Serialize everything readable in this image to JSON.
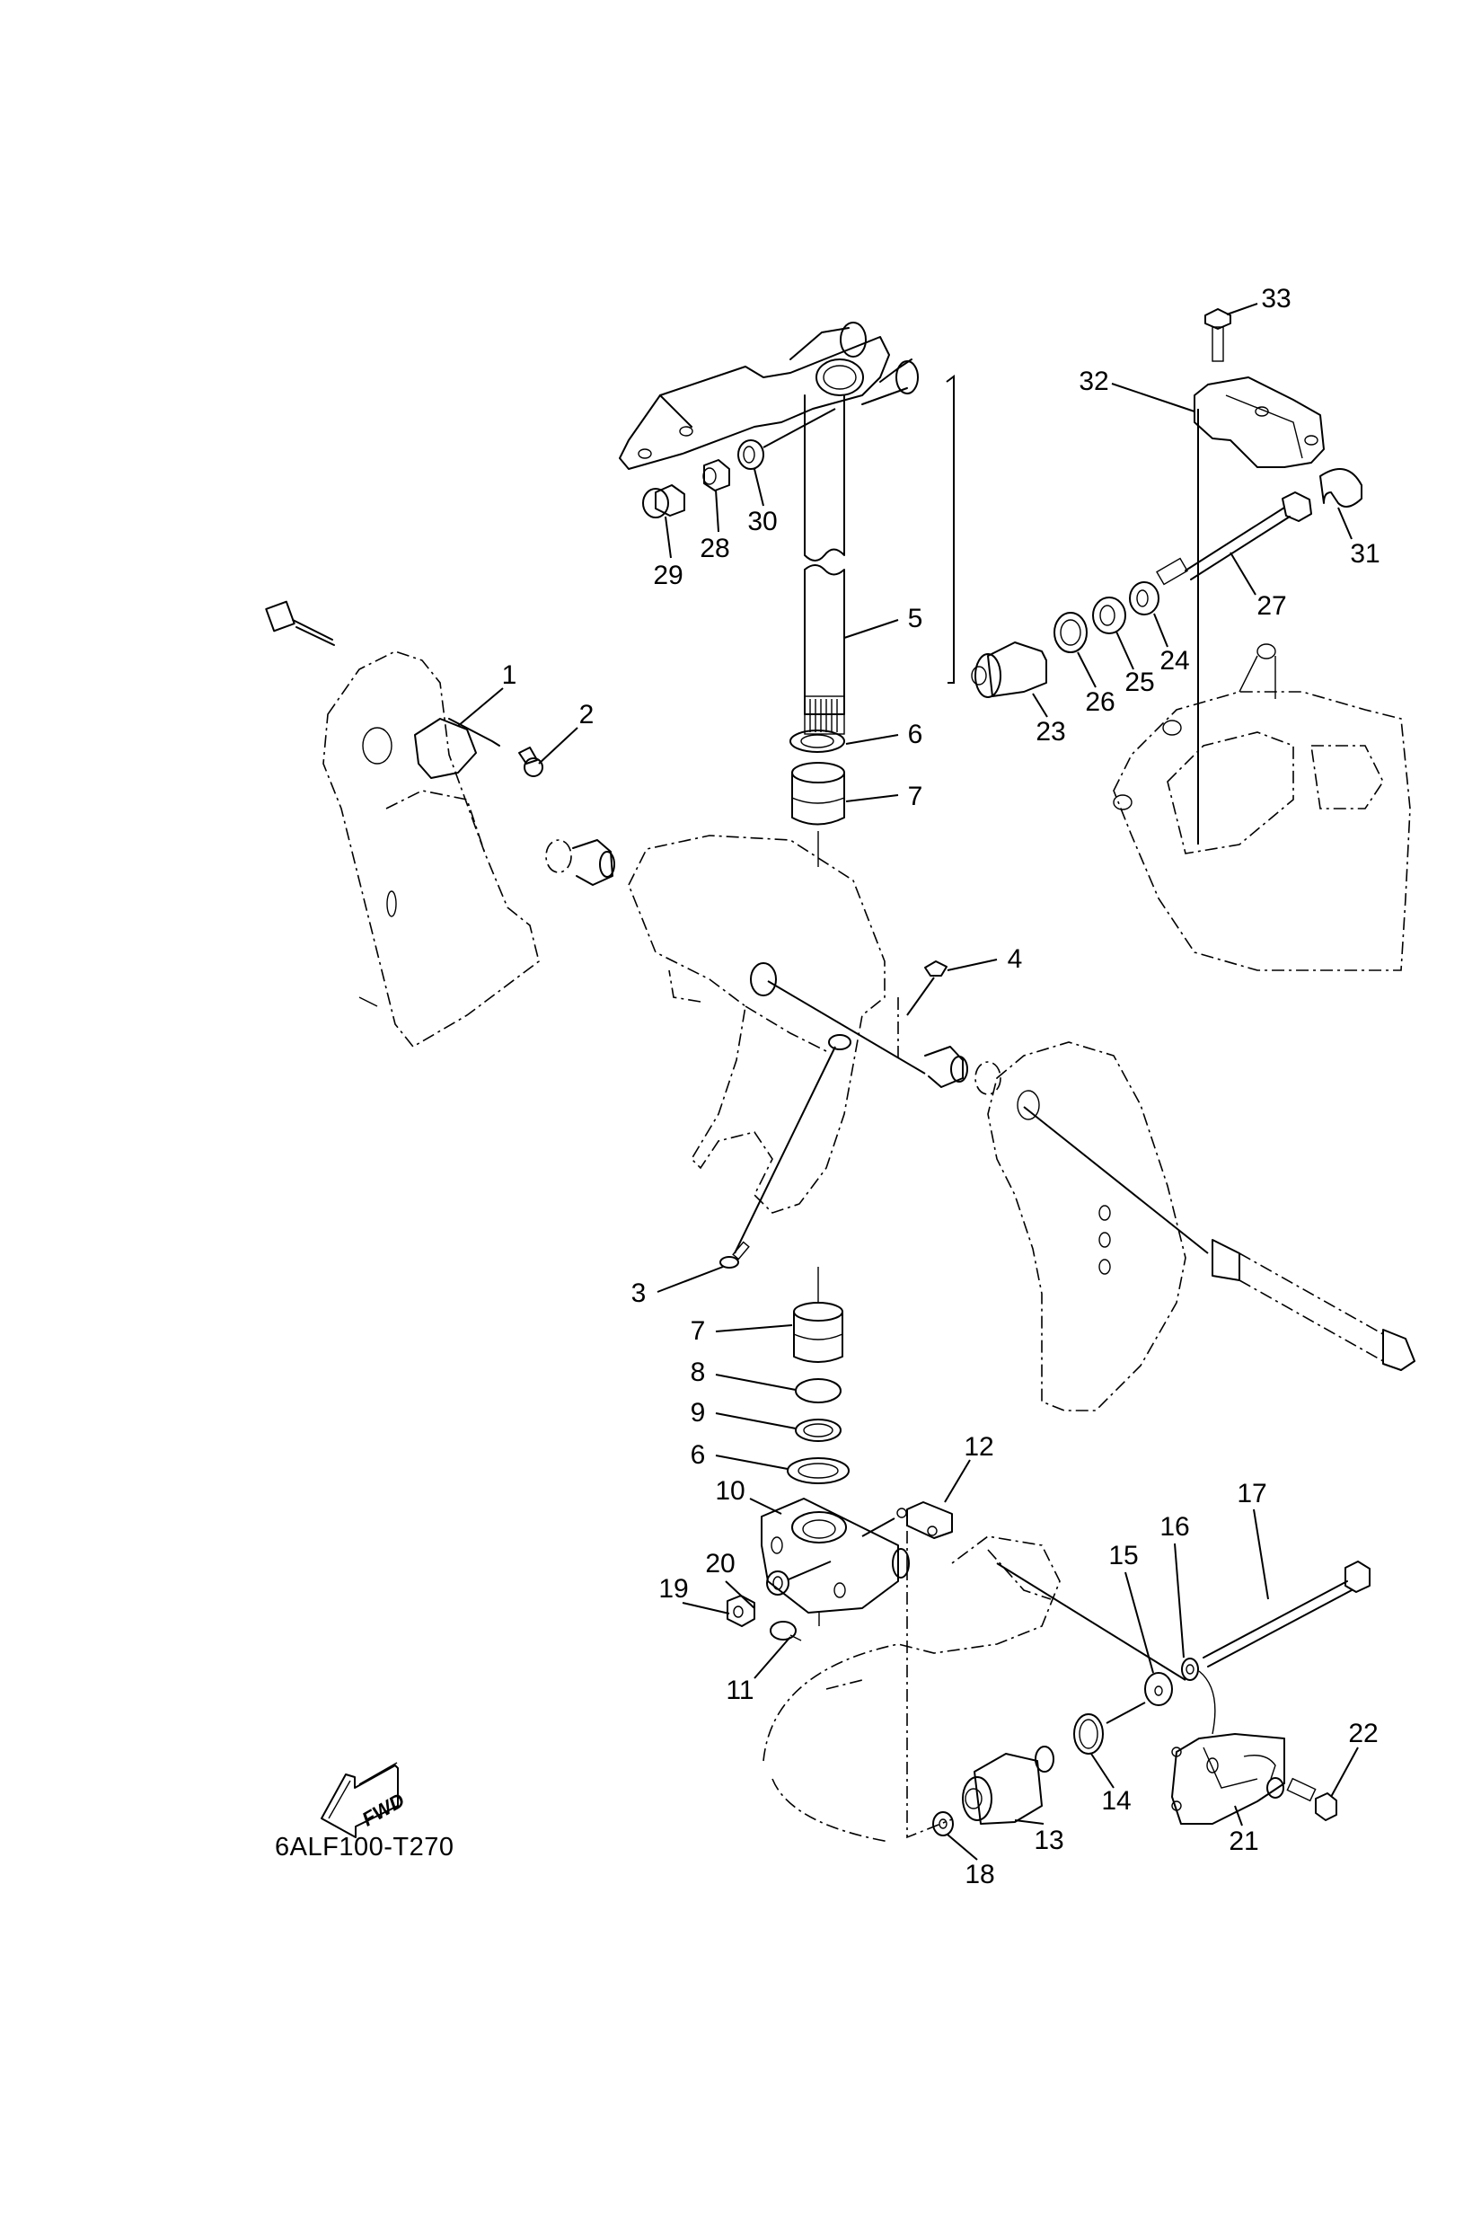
{
  "figure": {
    "code": "6ALF100-T270",
    "direction_label": "FWD",
    "background": "#ffffff",
    "ink": "#000000"
  },
  "callouts": {
    "p1": "1",
    "p2": "2",
    "p3": "3",
    "p4": "4",
    "p5": "5",
    "p6a": "6",
    "p6b": "6",
    "p7a": "7",
    "p7b": "7",
    "p8": "8",
    "p9": "9",
    "p10": "10",
    "p11": "11",
    "p12": "12",
    "p13": "13",
    "p14": "14",
    "p15": "15",
    "p16": "16",
    "p17": "17",
    "p18": "18",
    "p19": "19",
    "p20": "20",
    "p21": "21",
    "p22": "22",
    "p23": "23",
    "p24": "24",
    "p25": "25",
    "p26": "26",
    "p27": "27",
    "p28": "28",
    "p29": "29",
    "p30": "30",
    "p31": "31",
    "p32": "32",
    "p33": "33"
  }
}
